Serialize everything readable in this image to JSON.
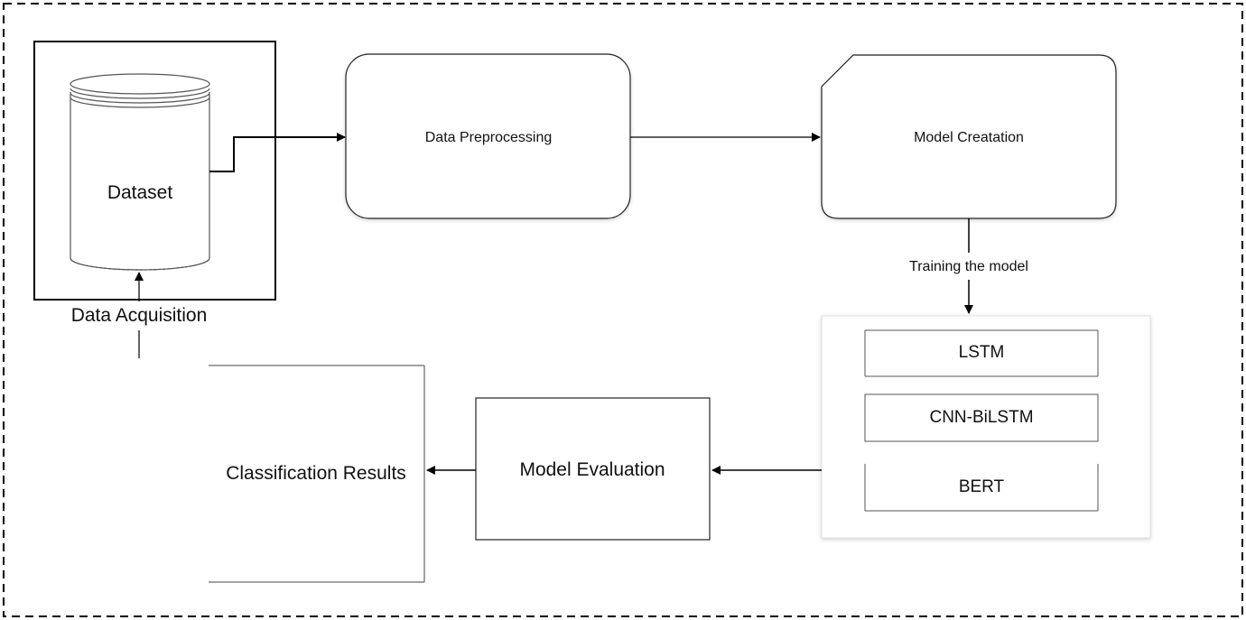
{
  "diagram": {
    "dataset_label": "Dataset",
    "data_acquisition_label": "Data Acquisition",
    "data_preprocessing_label": "Data Preprocessing",
    "model_creation_label": "Model Creatation",
    "training_label": "Training the model",
    "models": [
      "LSTM",
      "CNN-BiLSTM",
      "BERT"
    ],
    "model_evaluation_label": "Model Evaluation",
    "classification_results_label": "Classification Results"
  }
}
